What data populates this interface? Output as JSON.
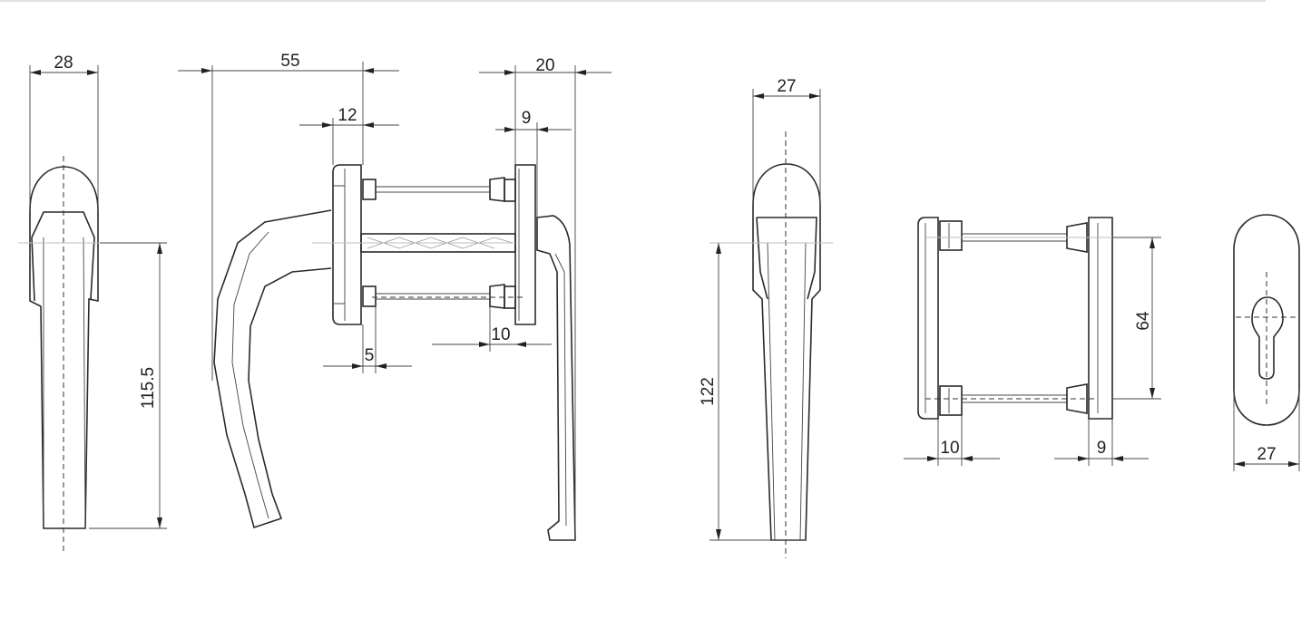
{
  "dimensions": {
    "side_handle_width": "28",
    "side_handle_height": "115.5",
    "profile_reach": "55",
    "rose_thickness_left": "12",
    "rose_offset_small": "5",
    "rose_thickness_right": "20",
    "back_plate_thickness": "9",
    "spacer_length": "10",
    "front_handle_width": "27",
    "front_handle_height": "122",
    "screw_spacing": "64",
    "plate_left_thickness": "10",
    "plate_right_thickness": "9",
    "escutcheon_width": "27"
  }
}
